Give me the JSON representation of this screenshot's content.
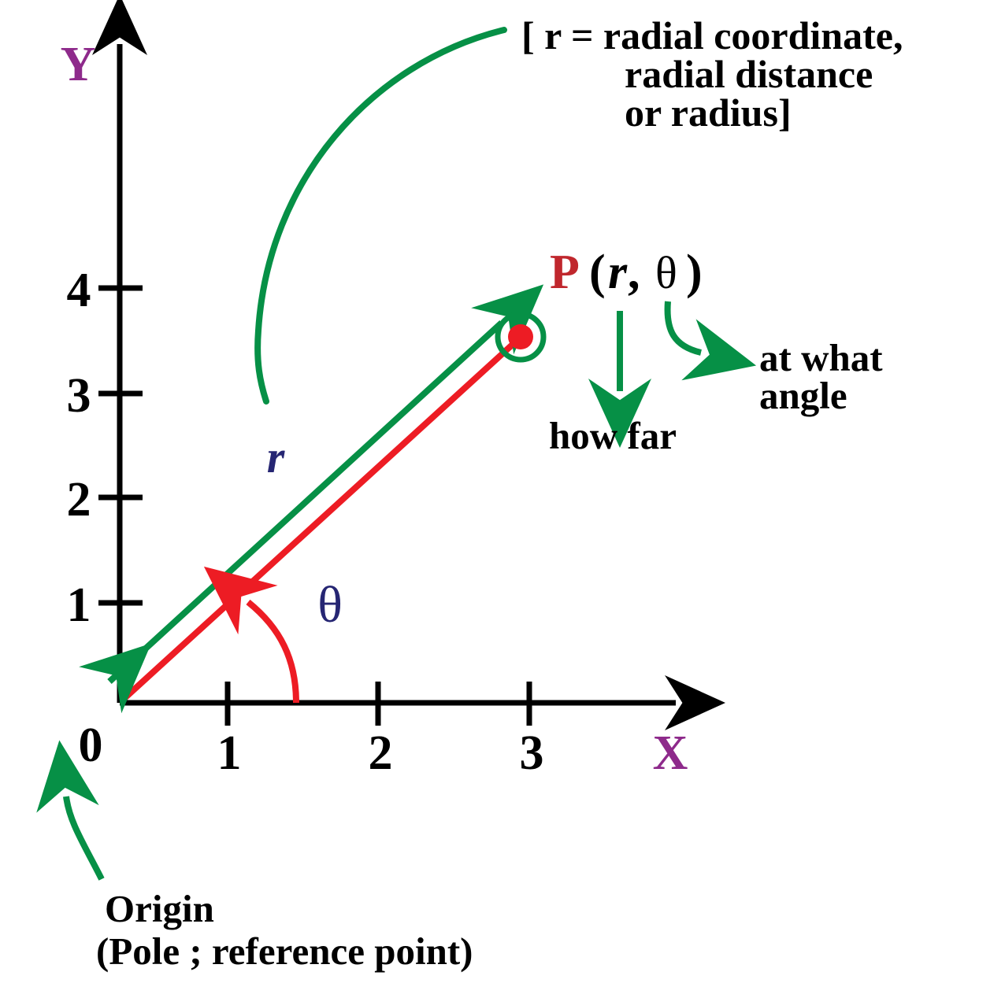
{
  "figure": {
    "title_note": "Polar coordinates diagram",
    "colors": {
      "axis": "#000000",
      "green": "#069046",
      "red": "#ed1c24",
      "crimson": "#c0272d",
      "navy": "#262673",
      "purple": "#8e2a8b",
      "background": "#ffffff"
    }
  },
  "axes": {
    "x_label": "X",
    "y_label": "Y",
    "origin_label": "0",
    "x_ticks": [
      "1",
      "2",
      "3"
    ],
    "y_ticks": [
      "1",
      "2",
      "3",
      "4"
    ]
  },
  "annotations": {
    "r_bracket_line1": "[ r = radial coordinate,",
    "r_bracket_line2": "radial distance",
    "r_bracket_line3": "or radius]",
    "point_label_p": "P",
    "point_label_open": "(",
    "point_label_r": "r",
    "point_label_comma": ",",
    "point_label_theta": "θ",
    "point_label_close": ")",
    "how_far": "how far",
    "at_what_line1": "at what",
    "at_what_line2": "angle",
    "origin_line1": "Origin",
    "origin_line2": "(Pole ; reference point)",
    "r_symbol": "r",
    "theta_symbol": "θ"
  },
  "chart_data": {
    "type": "scatter",
    "title": "",
    "xlabel": "X",
    "ylabel": "Y",
    "xlim": [
      0,
      4.2
    ],
    "ylim": [
      0,
      5.4
    ],
    "grid": false,
    "xticks": [
      1,
      2,
      3
    ],
    "yticks": [
      1,
      2,
      3,
      4
    ],
    "points": [
      {
        "label": "P",
        "x": 3,
        "y": 3.5,
        "polar_r": "r",
        "polar_theta": "θ",
        "color": "#ed1c24"
      }
    ],
    "vectors": [
      {
        "name": "radius-vector-red",
        "from": [
          0,
          0
        ],
        "to": [
          3,
          3.5
        ],
        "color": "#ed1c24"
      },
      {
        "name": "radius-vector-green",
        "from": [
          0,
          0
        ],
        "to": [
          3,
          3.5
        ],
        "color": "#069046",
        "double_headed": true,
        "label": "r"
      }
    ],
    "angles": [
      {
        "name": "theta-arc",
        "from_deg": 0,
        "to_deg": 49,
        "color": "#ed1c24",
        "label": "θ"
      }
    ]
  }
}
